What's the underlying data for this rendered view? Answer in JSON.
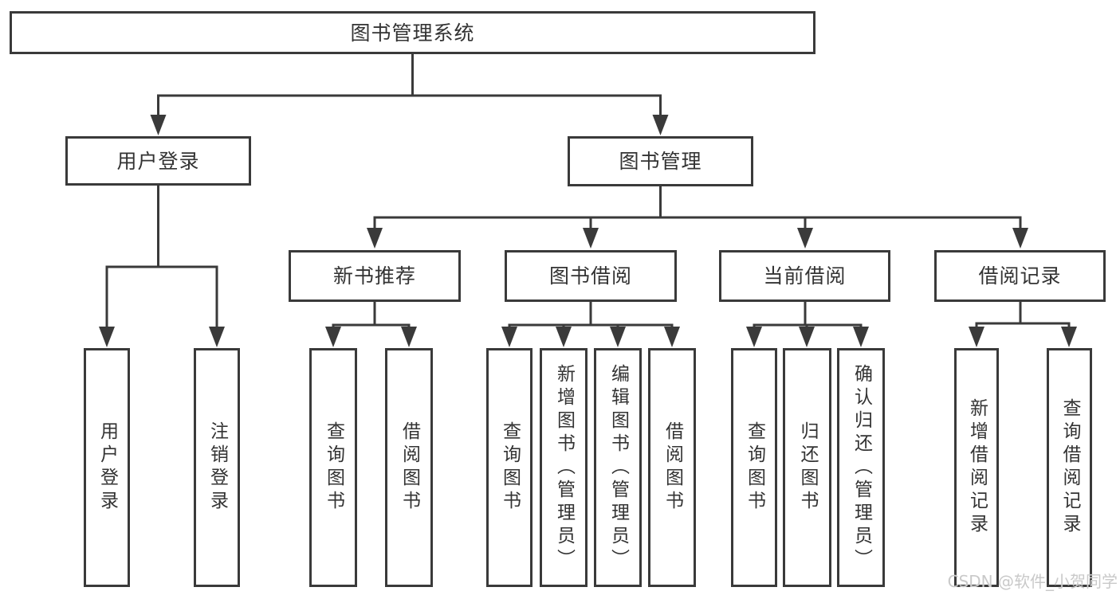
{
  "colors": {
    "line": "#3a3a3a",
    "text": "#333333",
    "watermark": "#c9c9c9",
    "background": "#ffffff"
  },
  "root": {
    "label": "图书管理系统"
  },
  "level2": [
    {
      "label": "用户登录"
    },
    {
      "label": "图书管理"
    }
  ],
  "level3": [
    {
      "label": "新书推荐"
    },
    {
      "label": "图书借阅"
    },
    {
      "label": "当前借阅"
    },
    {
      "label": "借阅记录"
    }
  ],
  "leaves": {
    "user_login": [
      {
        "label": "用户登录"
      },
      {
        "label": "注销登录"
      }
    ],
    "new_books": [
      {
        "label": "查询图书"
      },
      {
        "label": "借阅图书"
      }
    ],
    "borrow": [
      {
        "label": "查询图书"
      },
      {
        "label": "新增图书（管理员）"
      },
      {
        "label": "编辑图书（管理员）"
      },
      {
        "label": "借阅图书"
      }
    ],
    "current": [
      {
        "label": "查询图书"
      },
      {
        "label": "归还图书"
      },
      {
        "label": "确认归还（管理员）"
      }
    ],
    "records": [
      {
        "label": "新增借阅记录"
      },
      {
        "label": "查询借阅记录"
      }
    ]
  },
  "watermark": {
    "text": "CSDN @软件_小贺同学"
  }
}
